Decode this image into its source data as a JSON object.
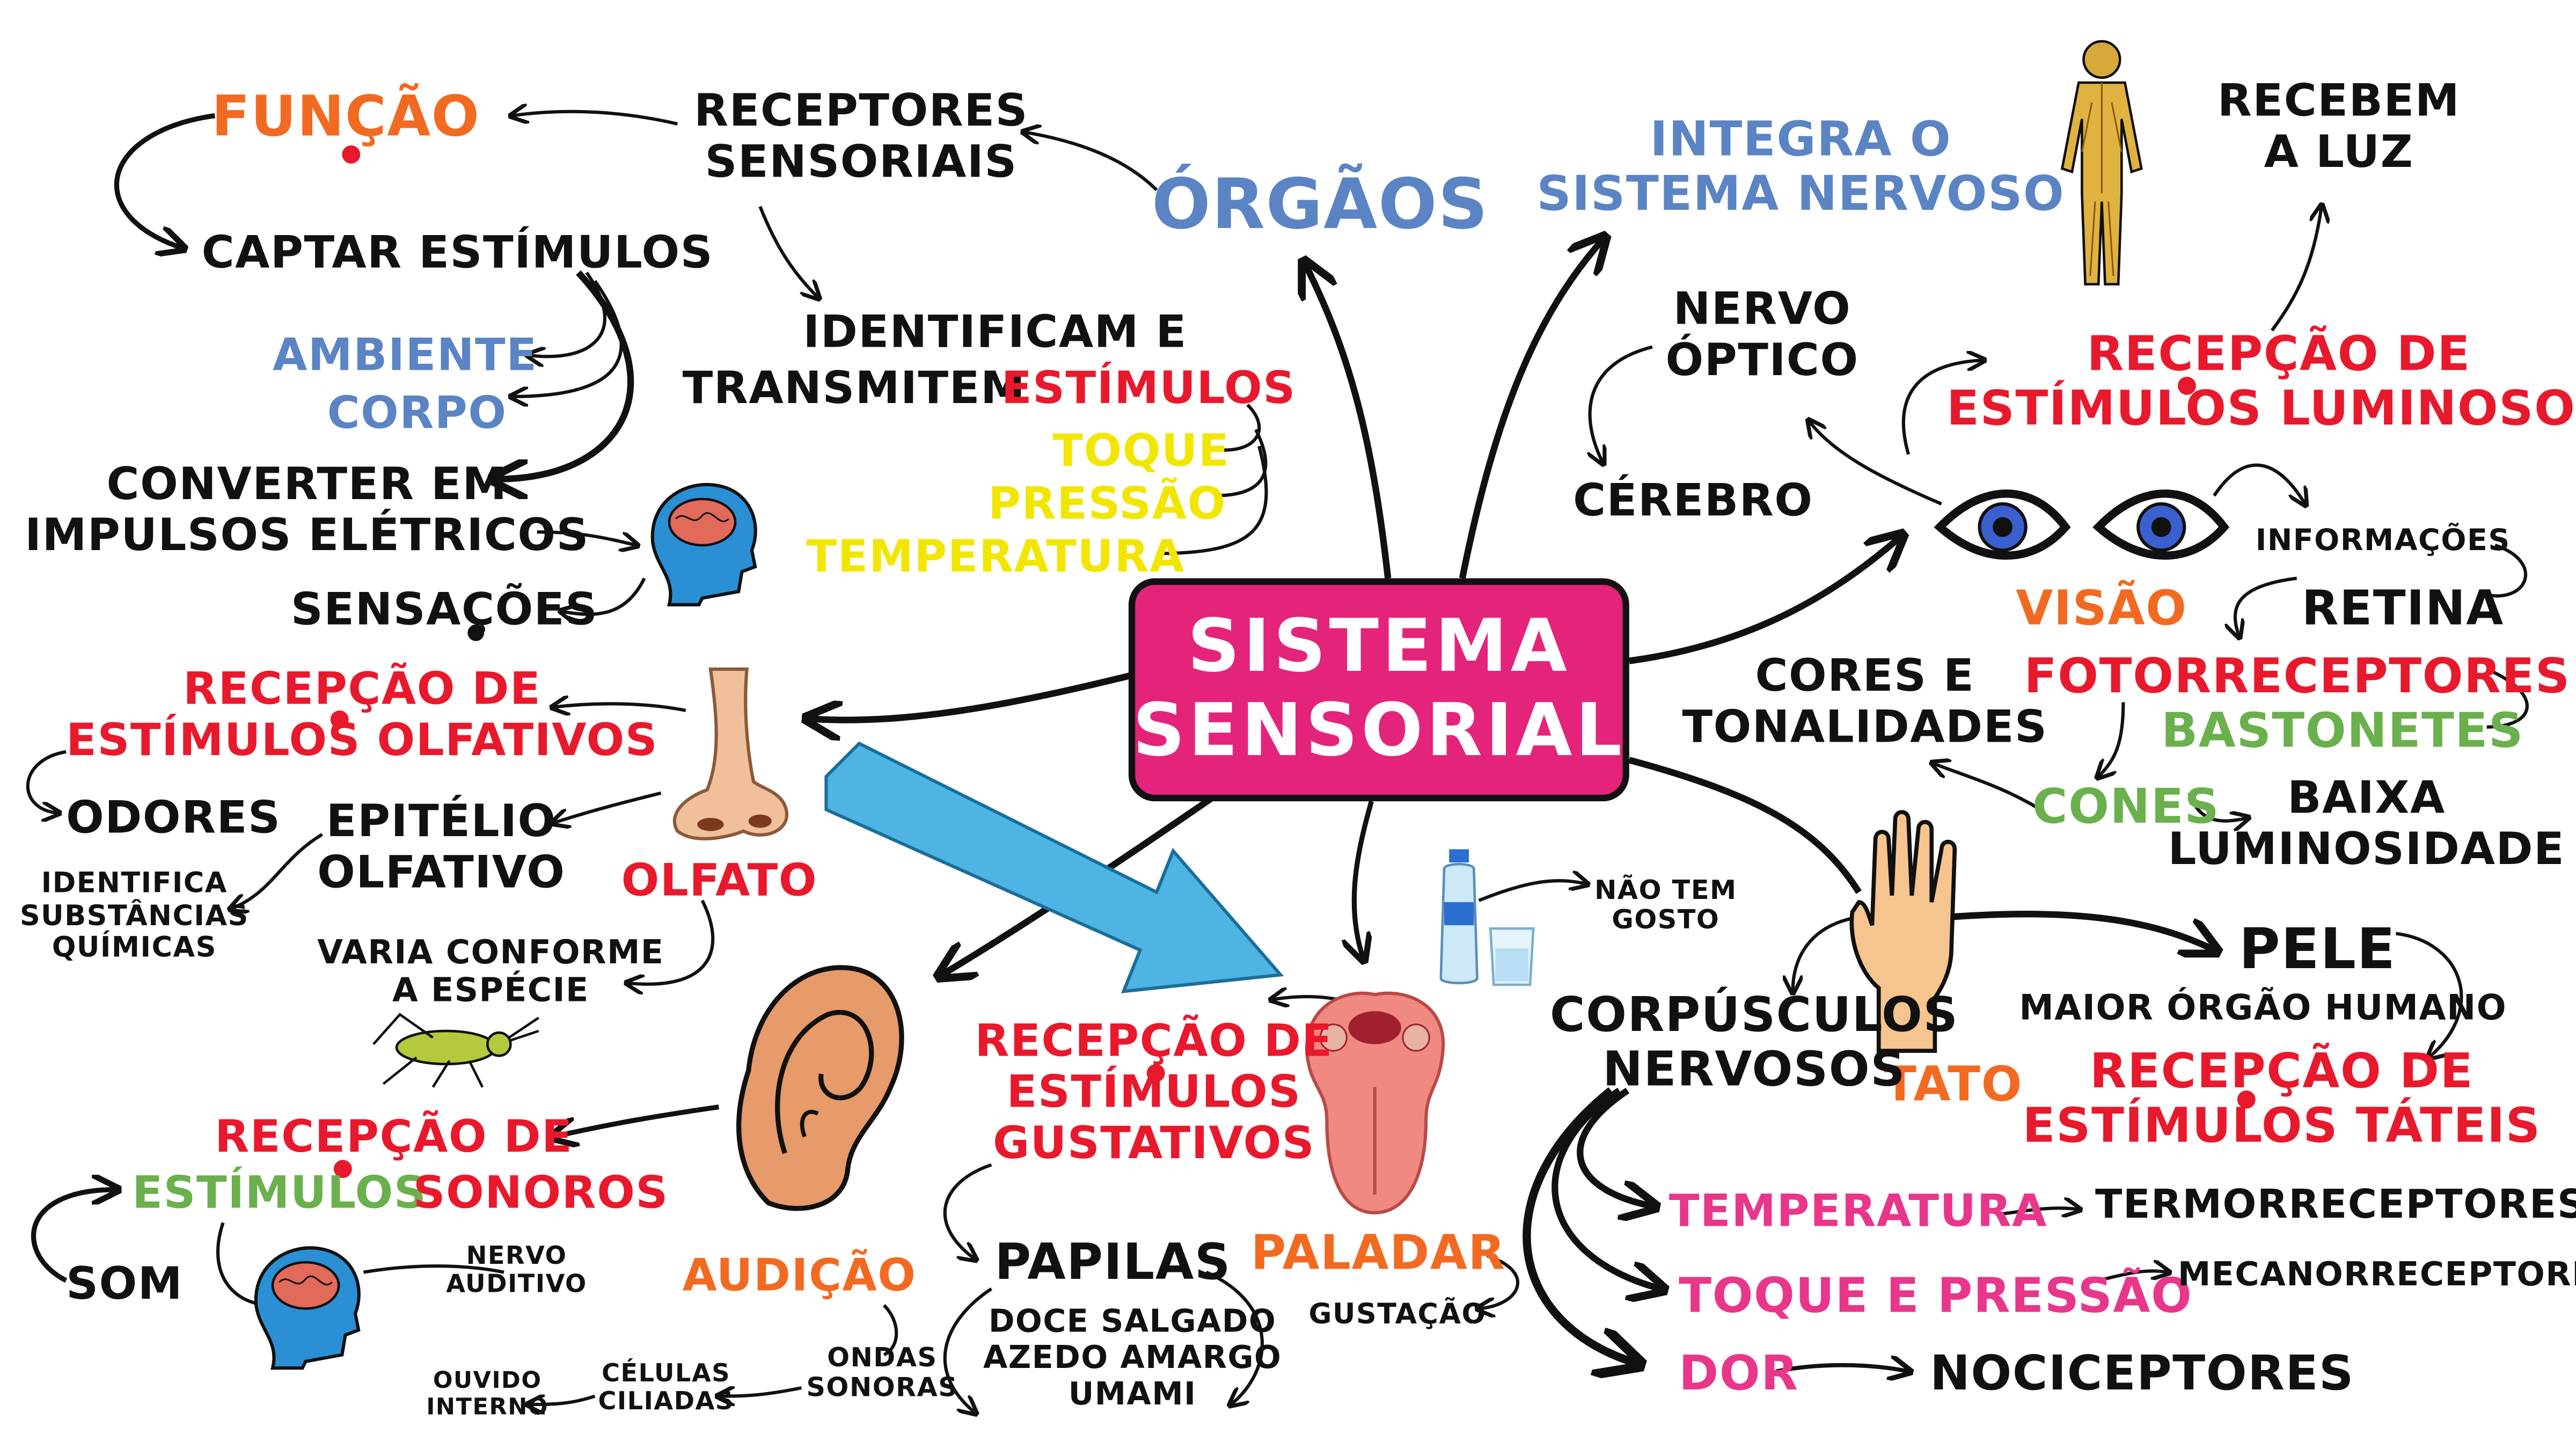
{
  "center": {
    "line1": "SISTEMA",
    "line2": "SENSORIAL"
  },
  "orgaos": {
    "title": "ÓRGÃOS",
    "receptores": [
      "RECEPTORES",
      "SENSORIAIS"
    ],
    "funcao": "FUNÇÃO",
    "captar": "CAPTAR ESTÍMULOS",
    "ambiente": "AMBIENTE",
    "corpo": "CORPO",
    "converter": [
      "CONVERTER EM",
      "IMPULSOS ELÉTRICOS"
    ],
    "sensacoes": "SENSAÇÕES",
    "identificam": [
      "IDENTIFICAM E",
      "TRANSMITEM"
    ],
    "estimulos": "ESTÍMULOS",
    "toque": "TOQUE",
    "pressao": "PRESSÃO",
    "temperatura": "TEMPERATURA"
  },
  "visao": {
    "integra": [
      "INTEGRA O",
      "SISTEMA NERVOSO"
    ],
    "recebem": [
      "RECEBEM",
      "A LUZ"
    ],
    "nervo": [
      "NERVO",
      "ÓPTICO"
    ],
    "cerebro": "CÉREBRO",
    "recepcao": [
      "RECEPÇÃO DE",
      "ESTÍMULOS LUMINOSOS"
    ],
    "informacoes": "INFORMAÇÕES",
    "label": "VISÃO",
    "retina": "RETINA",
    "fotorreceptores": "FOTORRECEPTORES",
    "bastonetes": "BASTONETES",
    "cores": [
      "CORES E",
      "TONALIDADES"
    ],
    "cones": "CONES",
    "baixa": [
      "BAIXA",
      "LUMINOSIDADE"
    ]
  },
  "olfato": {
    "recepcao": [
      "RECEPÇÃO DE",
      "ESTÍMULOS OLFATIVOS"
    ],
    "odores": "ODORES",
    "epitelio": [
      "EPITÉLIO",
      "OLFATIVO"
    ],
    "label": "OLFATO",
    "identifica": [
      "IDENTIFICA",
      "SUBSTÂNCIAS",
      "QUÍMICAS"
    ],
    "varia": [
      "VARIA CONFORME",
      "A ESPÉCIE"
    ]
  },
  "audicao": {
    "recepcao_line1": "RECEPÇÃO DE",
    "recepcao_estimulos": "ESTÍMULOS",
    "recepcao_sonoros": "SONOROS",
    "som": "SOM",
    "nervo": [
      "NERVO",
      "AUDITIVO"
    ],
    "label": "AUDIÇÃO",
    "ondas": [
      "ONDAS",
      "SONORAS"
    ],
    "celulas": [
      "CÉLULAS",
      "CILIADAS"
    ],
    "ouvido": [
      "OUVIDO",
      "INTERNO"
    ]
  },
  "paladar": {
    "recepcao": [
      "RECEPÇÃO DE",
      "ESTÍMULOS",
      "GUSTATIVOS"
    ],
    "papilas": "PAPILAS",
    "sabores": [
      "DOCE SALGADO",
      "AZEDO AMARGO",
      "UMAMI"
    ],
    "label": "PALADAR",
    "gustacao": "GUSTAÇÃO",
    "nao_tem": [
      "NÃO TEM",
      "GOSTO"
    ]
  },
  "tato": {
    "label": "TATO",
    "pele": "PELE",
    "maior": "MAIOR ÓRGÃO HUMANO",
    "recepcao": [
      "RECEPÇÃO DE",
      "ESTÍMULOS TÁTEIS"
    ],
    "corpusculos": [
      "CORPÚSCULOS",
      "NERVOSOS"
    ],
    "temperatura": "TEMPERATURA",
    "termorreceptores": "TERMORRECEPTORES",
    "toque_pressao": "TOQUE E PRESSÃO",
    "mecanorreceptores": "MECANORRECEPTORES",
    "dor": "DOR",
    "nociceptores": "NOCICEPTORES"
  },
  "colors": {
    "center": "#e4247a",
    "red": "#e8192c",
    "orange": "#f26a21",
    "blue": "#5b84c4",
    "yellow": "#f2e600",
    "green": "#6ab04c",
    "pink": "#e8368a",
    "arrow_blue": "#4fb3e3"
  },
  "icons": [
    "human-nervous-system-icon",
    "brain-head-icon",
    "nose-icon",
    "cricket-icon",
    "ear-icon",
    "tongue-icon",
    "water-bottle-icon",
    "eye-icon",
    "hand-icon"
  ]
}
